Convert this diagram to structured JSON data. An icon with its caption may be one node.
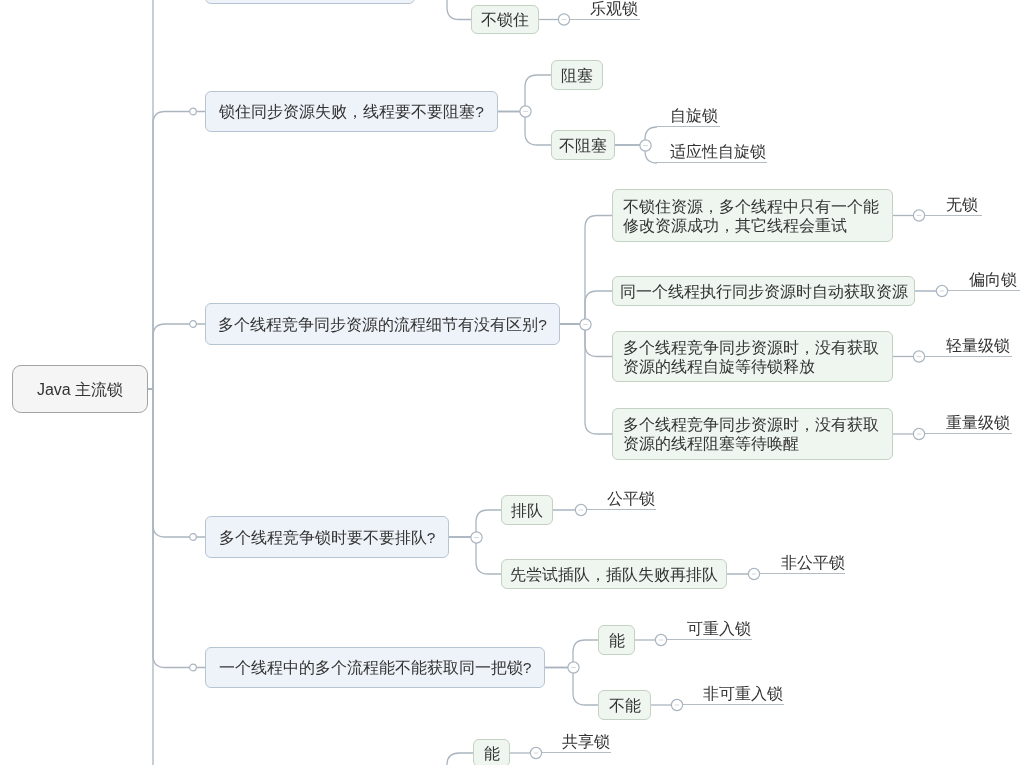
{
  "diagram": {
    "nodes": [
      {
        "text": [
          "Java 主流锁"
        ]
      },
      {
        "text": [],
        "shape": "box"
      },
      {
        "text": [
          "不锁住"
        ]
      },
      {
        "text": [
          "乐观锁"
        ]
      },
      {
        "text": [
          "锁住同步资源失败，线程要不要阻塞?"
        ]
      },
      {
        "text": [
          "阻塞"
        ]
      },
      {
        "text": [
          "不阻塞"
        ]
      },
      {
        "text": [
          "自旋锁"
        ]
      },
      {
        "text": [
          "适应性自旋锁"
        ]
      },
      {
        "text": [
          "多个线程竞争同步资源的流程细节有没有区别?"
        ]
      },
      {
        "text": [
          "不锁住资源，多个线程中只有一个能修改资源成功，其它线程会重试"
        ]
      },
      {
        "text": [
          "无锁"
        ]
      },
      {
        "text": [
          "同一个线程执行同步资源时自动获取资源"
        ]
      },
      {
        "text": [
          "偏向锁"
        ]
      },
      {
        "text": [
          "多个线程竞争同步资源时，没有获取资源的线程自旋等待锁释放"
        ]
      },
      {
        "text": [
          "轻量级锁"
        ]
      },
      {
        "text": [
          "多个线程竞争同步资源时，没有获取资源的线程阻塞等待唤醒"
        ]
      },
      {
        "text": [
          "重量级锁"
        ]
      },
      {
        "text": [
          "多个线程竞争锁时要不要排队?"
        ]
      },
      {
        "text": [
          "排队"
        ]
      },
      {
        "text": [
          "公平锁"
        ]
      },
      {
        "text": [
          "先尝试插队，插队失败再排队"
        ]
      },
      {
        "text": [
          "非公平锁"
        ]
      },
      {
        "text": [
          "一个线程中的多个流程能不能获取同一把锁?"
        ]
      },
      {
        "text": [
          "能"
        ]
      },
      {
        "text": [
          "可重入锁"
        ]
      },
      {
        "text": [
          "不能"
        ]
      },
      {
        "text": [
          "非可重入锁"
        ]
      },
      {
        "text": [
          "能"
        ]
      },
      {
        "text": [
          "共享锁"
        ]
      }
    ],
    "edges": [
      {
        "from": 0,
        "to": 1,
        "arrow": "none"
      },
      {
        "from": 1,
        "to": 2,
        "arrow": "none"
      },
      {
        "from": 2,
        "to": 3,
        "arrow": "other"
      },
      {
        "from": 0,
        "to": 4,
        "arrow": "other"
      },
      {
        "from": 4,
        "to": 5,
        "arrow": "none"
      },
      {
        "from": 4,
        "to": 6,
        "arrow": "none"
      },
      {
        "from": 6,
        "to": 7,
        "arrow": "none"
      },
      {
        "from": 6,
        "to": 8,
        "arrow": "none"
      },
      {
        "from": 0,
        "to": 9,
        "arrow": "other"
      },
      {
        "from": 9,
        "to": 10,
        "arrow": "none"
      },
      {
        "from": 9,
        "to": 12,
        "arrow": "none"
      },
      {
        "from": 9,
        "to": 14,
        "arrow": "none"
      },
      {
        "from": 9,
        "to": 16,
        "arrow": "none"
      },
      {
        "from": 10,
        "to": 11,
        "arrow": "other"
      },
      {
        "from": 12,
        "to": 13,
        "arrow": "other"
      },
      {
        "from": 14,
        "to": 15,
        "arrow": "other"
      },
      {
        "from": 16,
        "to": 17,
        "arrow": "other"
      },
      {
        "from": 0,
        "to": 18,
        "arrow": "other"
      },
      {
        "from": 18,
        "to": 19,
        "arrow": "none"
      },
      {
        "from": 18,
        "to": 21,
        "arrow": "none"
      },
      {
        "from": 19,
        "to": 20,
        "arrow": "other"
      },
      {
        "from": 21,
        "to": 22,
        "arrow": "other"
      },
      {
        "from": 0,
        "to": 23,
        "arrow": "other"
      },
      {
        "from": 23,
        "to": 24,
        "arrow": "none"
      },
      {
        "from": 23,
        "to": 26,
        "arrow": "none"
      },
      {
        "from": 24,
        "to": 25,
        "arrow": "other"
      },
      {
        "from": 26,
        "to": 27,
        "arrow": "other"
      },
      {
        "from": 0,
        "to": null,
        "arrow": "none"
      },
      {
        "from": null,
        "to": 28,
        "arrow": "none"
      },
      {
        "from": 28,
        "to": 29,
        "arrow": "other"
      }
    ]
  }
}
